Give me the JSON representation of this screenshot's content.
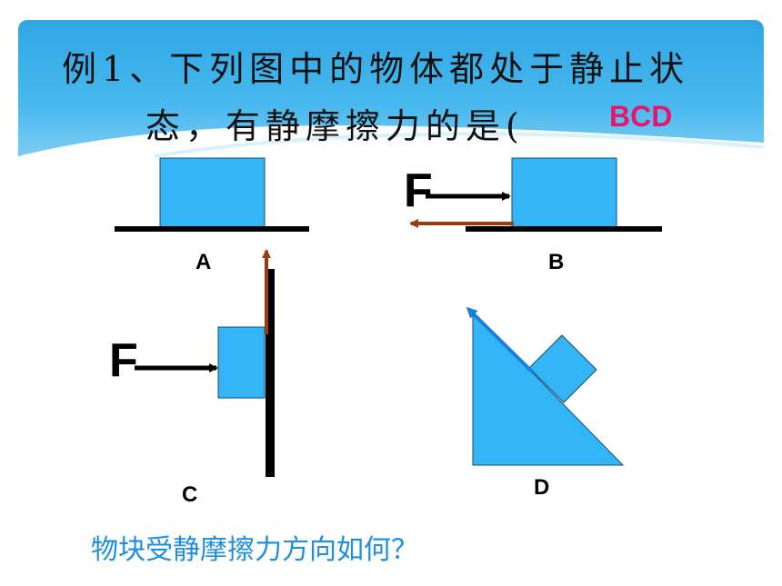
{
  "slide": {
    "title_line1": "例1、下列图中的物体都处于静止状",
    "title_line2": "态，有静摩擦力的是(",
    "answer": "BCD",
    "force_label": "F",
    "labels": {
      "a": "A",
      "b": "B",
      "c": "C",
      "d": "D"
    },
    "question": "物块受静摩擦力方向如何？"
  },
  "colors": {
    "block": "#33b5f7",
    "friction_arrow": "#9c3b10",
    "blue_arrow": "#1a7de0",
    "answer": "#e8156c",
    "question": "#1f8ee0"
  }
}
